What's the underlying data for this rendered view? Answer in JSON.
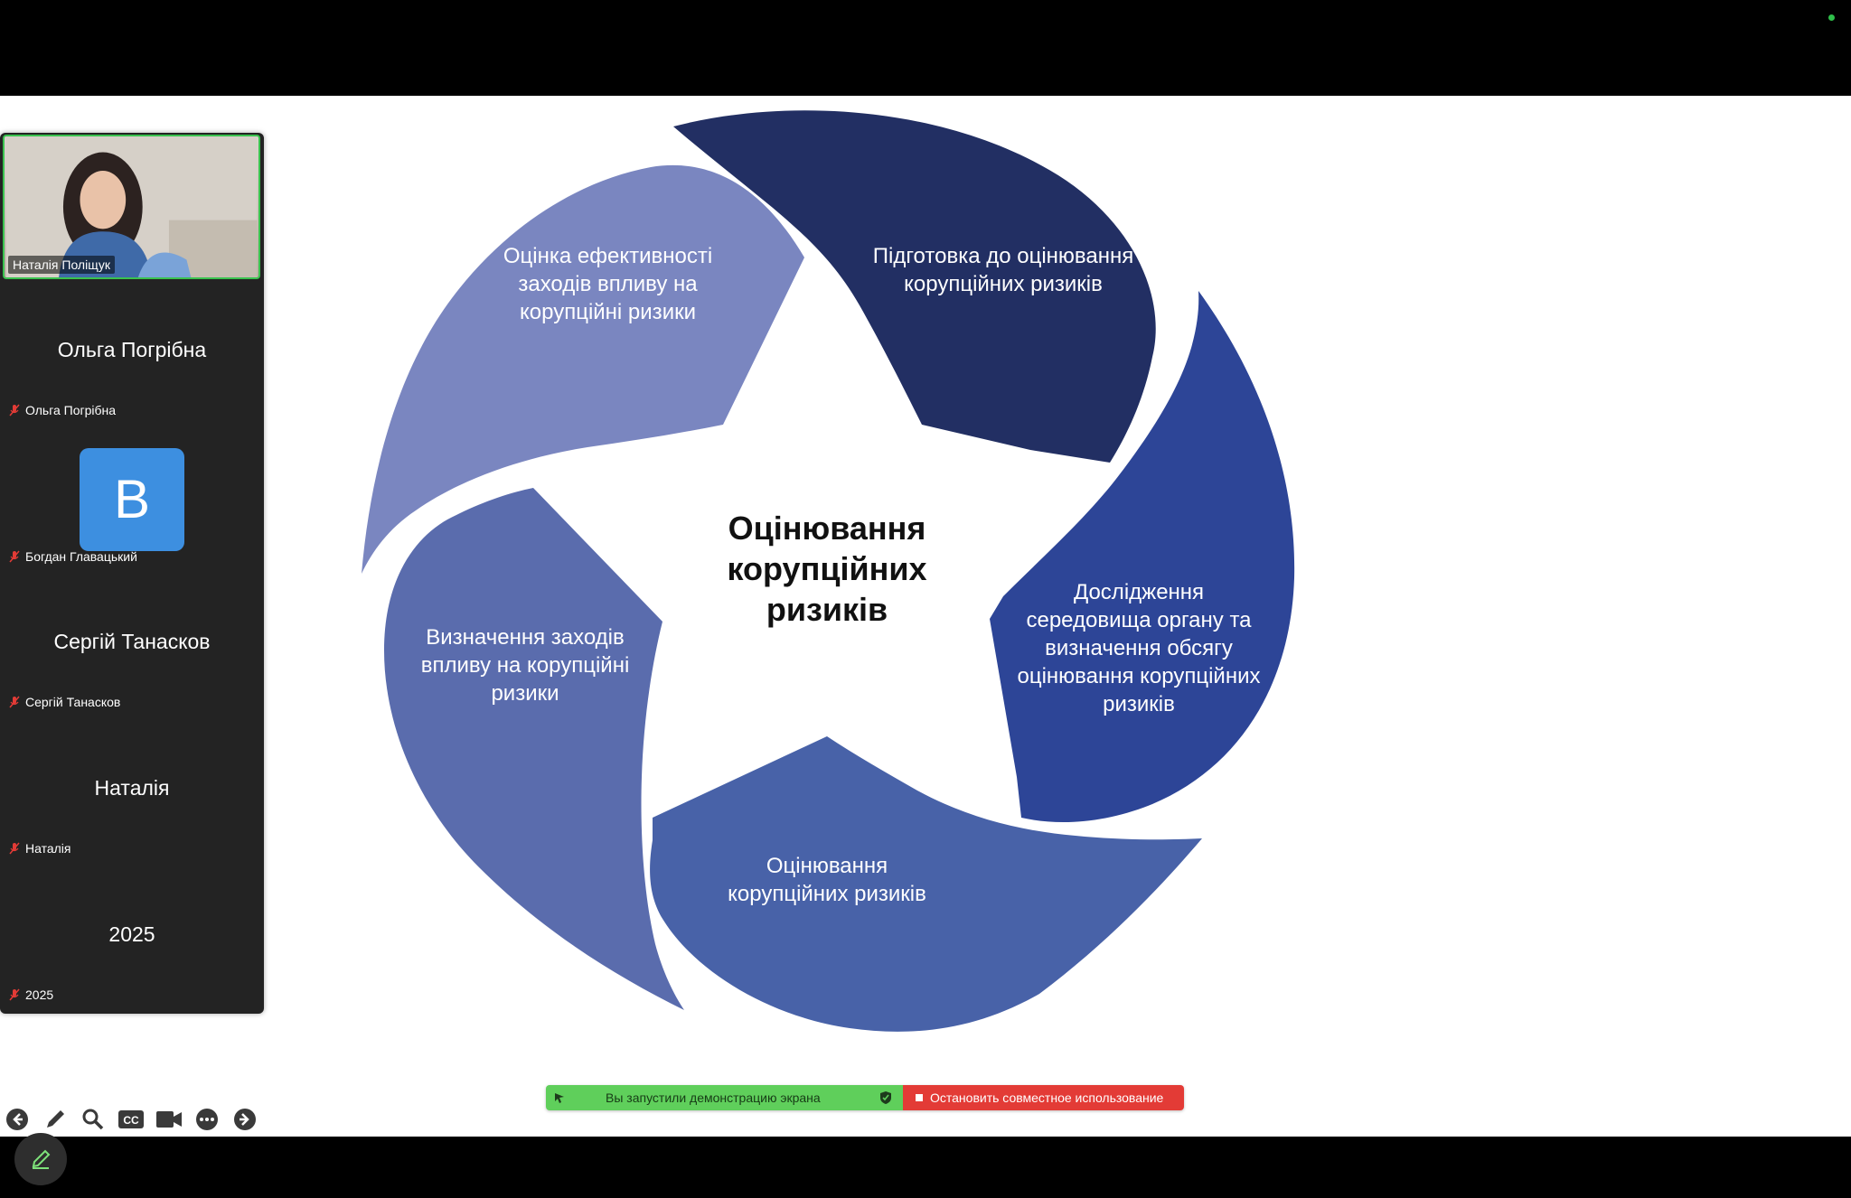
{
  "participants": {
    "video": {
      "name": "Наталія Поліщук"
    },
    "list": [
      {
        "display_name": "Ольга Погрібна",
        "label": "Ольга Погрібна"
      },
      {
        "avatar_letter": "B",
        "label": "Богдан Главацький"
      },
      {
        "display_name": "Сергій Танасков",
        "label": "Сергій Танасков"
      },
      {
        "display_name": "Наталія",
        "label": "Наталія"
      },
      {
        "display_name": "2025",
        "label": "2025"
      }
    ]
  },
  "diagram": {
    "center": "Оцінювання корупційних ризиків",
    "segments": [
      {
        "label": "Підготовка до оцінювання корупційних ризиків",
        "color": "#222f63"
      },
      {
        "label": "Дослідження середовища органу та визначення обсягу оцінювання корупційних ризиків",
        "color": "#2d4597"
      },
      {
        "label": "Оцінювання корупційних ризиків",
        "color": "#4862a8"
      },
      {
        "label": "Визначення заходів впливу на корупційні ризики",
        "color": "#5a6cad"
      },
      {
        "label": "Оцінка ефективності заходів впливу на корупційні ризики",
        "color": "#7a86c0"
      }
    ]
  },
  "share_bar": {
    "status": "Вы запустили демонстрацию экрана",
    "stop_label": "Остановить совместное использование"
  },
  "toolbar": {
    "icons": [
      "arrow-left-icon",
      "pen-icon",
      "search-icon",
      "closed-caption-icon",
      "video-camera-icon",
      "more-icon",
      "arrow-right-icon",
      "annotate-pencil-icon"
    ]
  }
}
